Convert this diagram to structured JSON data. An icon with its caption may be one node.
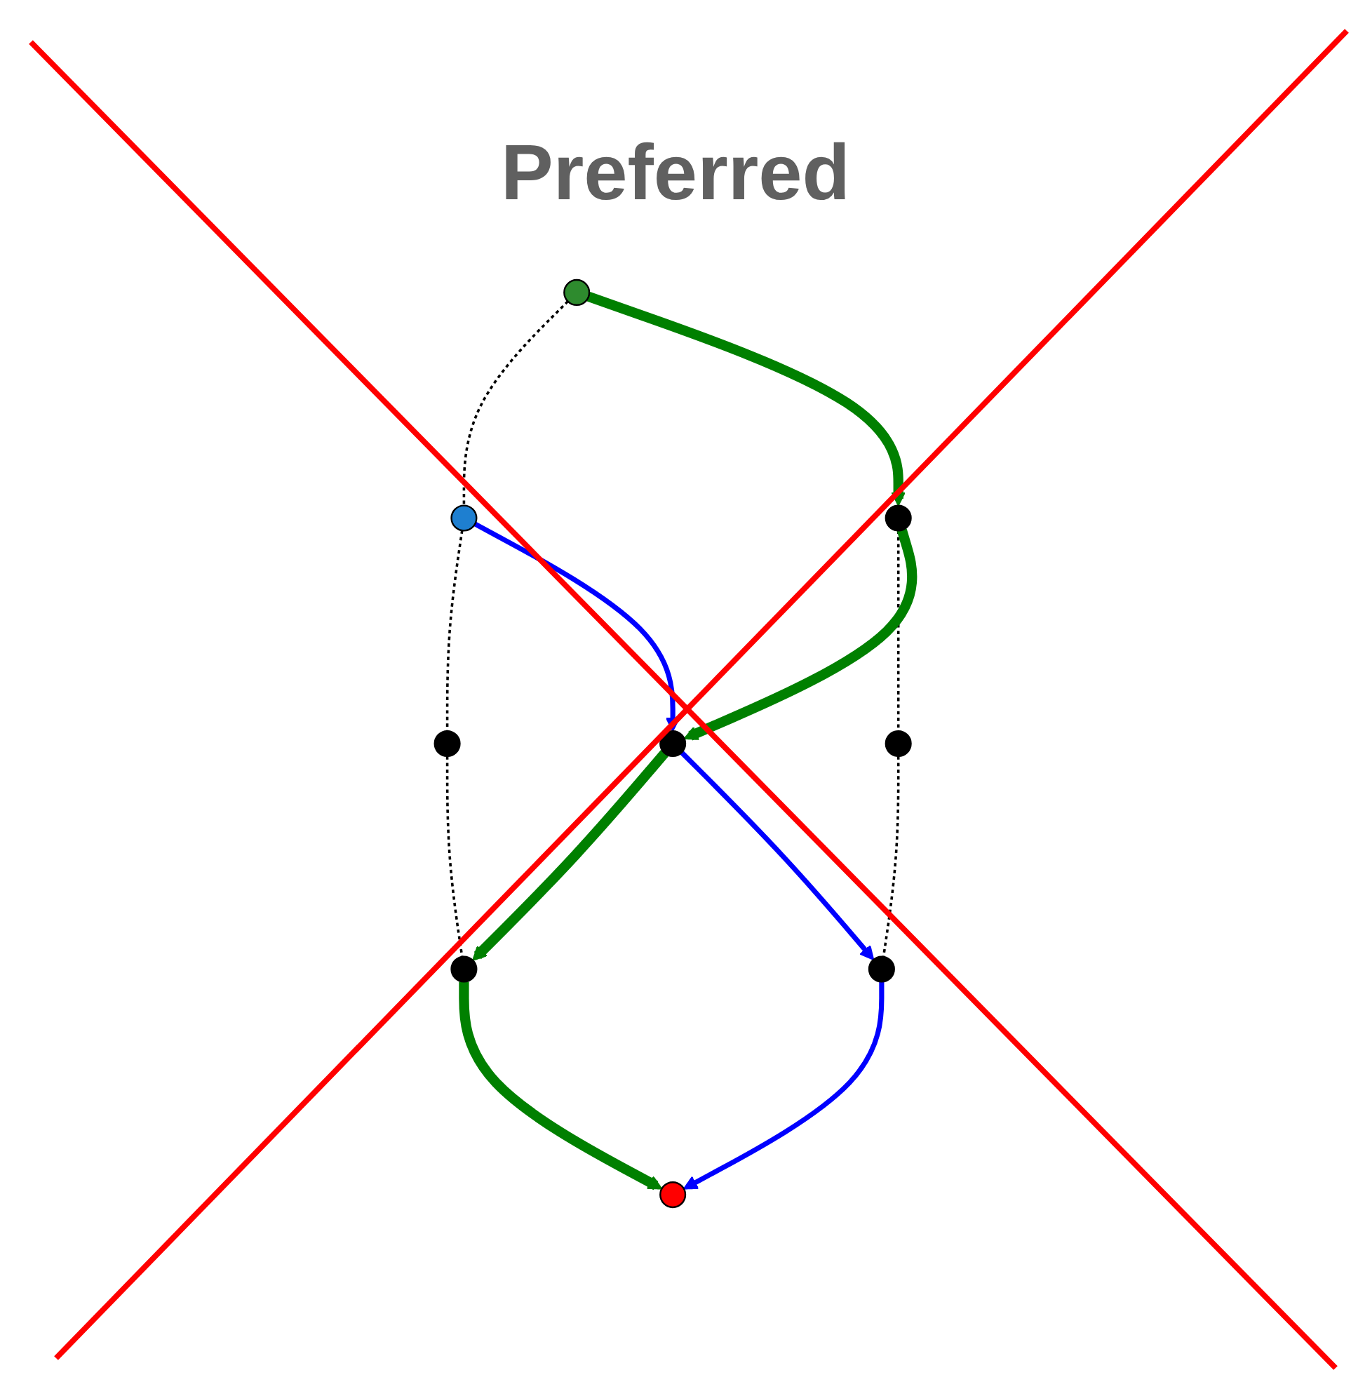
{
  "diagram": {
    "title": "Preferred",
    "nodes": [
      {
        "text": [],
        "shape": "circle"
      },
      {
        "text": [],
        "shape": "circle"
      },
      {
        "text": [],
        "shape": "circle"
      },
      {
        "text": [],
        "shape": "circle"
      },
      {
        "text": [],
        "shape": "circle"
      },
      {
        "text": [],
        "shape": "circle"
      },
      {
        "text": [],
        "shape": "circle"
      },
      {
        "text": [],
        "shape": "circle"
      },
      {
        "text": [],
        "shape": "circle"
      }
    ],
    "edges": [
      {
        "from": 0,
        "to": 1,
        "arrow": "none",
        "style": "dashed"
      },
      {
        "from": 1,
        "to": 2,
        "arrow": "none",
        "style": "dashed"
      },
      {
        "from": 2,
        "to": 5,
        "arrow": "none",
        "style": "dashed"
      },
      {
        "from": 3,
        "to": 6,
        "arrow": "none",
        "style": "dashed"
      },
      {
        "from": 6,
        "to": 7,
        "arrow": "none",
        "style": "dashed"
      },
      {
        "from": 0,
        "to": 3,
        "arrow": "to",
        "style": "thick",
        "color": "#008000"
      },
      {
        "from": 3,
        "to": 4,
        "arrow": "to",
        "style": "thick",
        "color": "#008000"
      },
      {
        "from": 4,
        "to": 5,
        "arrow": "to",
        "style": "thick",
        "color": "#008000"
      },
      {
        "from": 5,
        "to": 8,
        "arrow": "to",
        "style": "thick",
        "color": "#008000"
      },
      {
        "from": 1,
        "to": 4,
        "arrow": "to",
        "color": "#0000ff"
      },
      {
        "from": 4,
        "to": 7,
        "arrow": "to",
        "color": "#0000ff"
      },
      {
        "from": 7,
        "to": 8,
        "arrow": "to",
        "color": "#0000ff"
      }
    ]
  }
}
